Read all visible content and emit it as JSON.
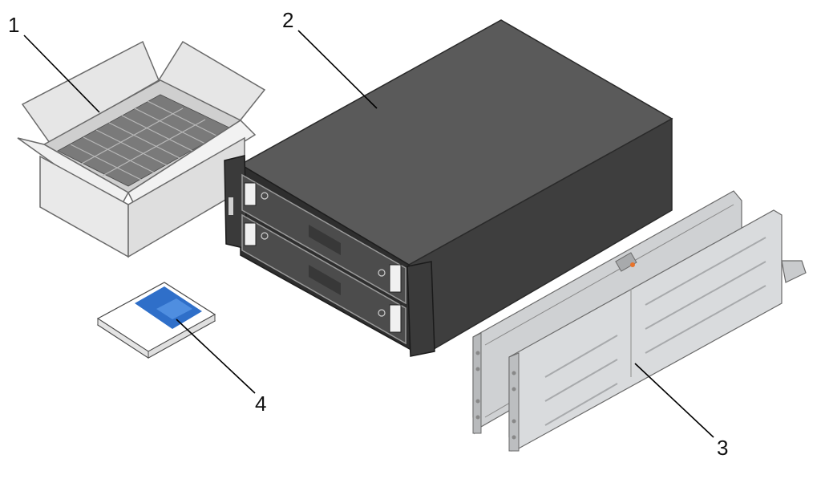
{
  "diagram": {
    "callouts": [
      {
        "number": "1",
        "part": "drive-carton"
      },
      {
        "number": "2",
        "part": "enclosure"
      },
      {
        "number": "3",
        "part": "rail-kit"
      },
      {
        "number": "4",
        "part": "documentation"
      }
    ]
  },
  "colors": {
    "enclosure_top": "#5a5a5a",
    "enclosure_side": "#3e3e3e",
    "enclosure_front": "#2e2e2e",
    "drawer": "#4a4a4a",
    "carton_inner": "#dcdcdc",
    "carton_outer": "#eeeeee",
    "rail": "#c9cbcd",
    "book_cover": "#2f6fc9",
    "book_page": "#f7f7f7",
    "leader": "#000000"
  }
}
